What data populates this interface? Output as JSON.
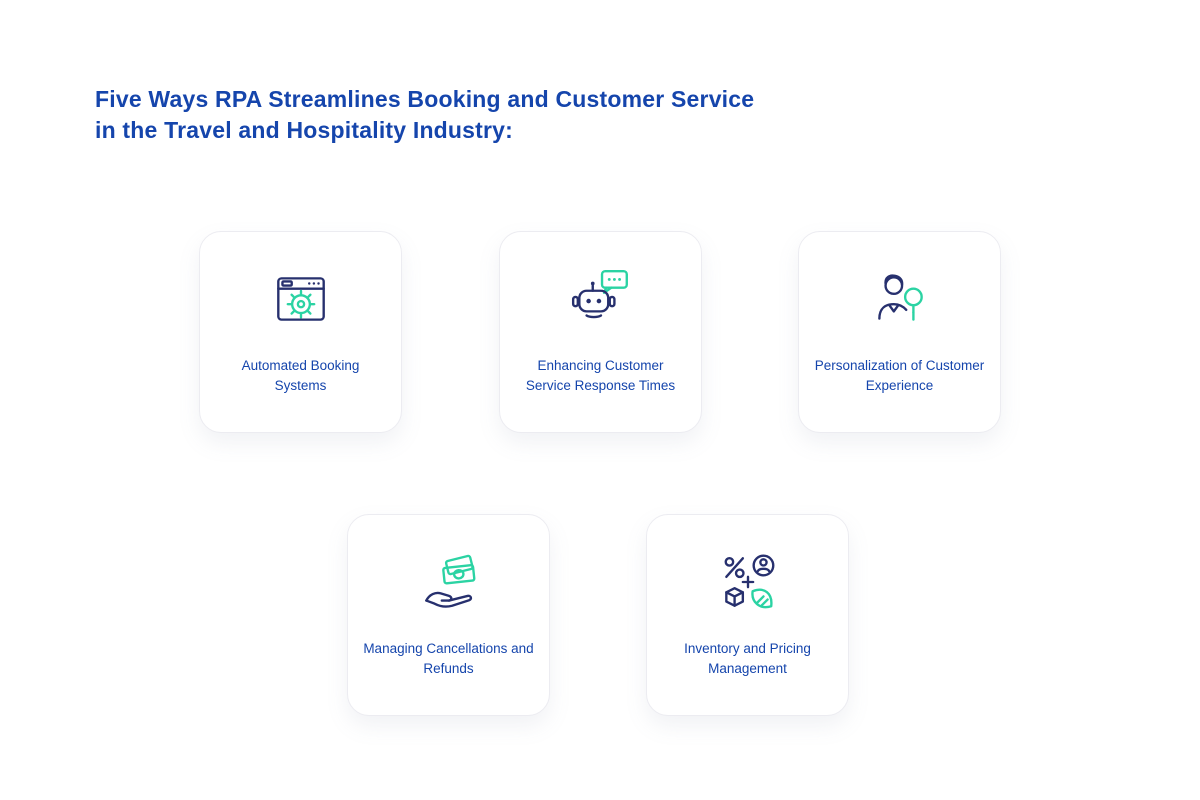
{
  "title": {
    "text": "Five Ways RPA Streamlines Booking and Customer Service in the Travel and Hospitality Industry:"
  },
  "colors": {
    "title_blue": "#1545ac",
    "label_blue": "#1545ac",
    "icon_navy": "#27306e",
    "icon_teal": "#2bd3a3",
    "card_background": "#ffffff",
    "card_border": "#ececf1",
    "page_background": "#ffffff"
  },
  "cards": [
    {
      "label": "Automated Booking Systems",
      "icon": "browser-gear-icon"
    },
    {
      "label": "Enhancing Customer Service Response Times",
      "icon": "robot-chat-icon"
    },
    {
      "label": "Personalization of Customer Experience",
      "icon": "person-magnifier-icon"
    },
    {
      "label": "Managing Cancellations and Refunds",
      "icon": "hand-money-icon"
    },
    {
      "label": "Inventory and Pricing Management",
      "icon": "inventory-pricing-icon"
    }
  ]
}
